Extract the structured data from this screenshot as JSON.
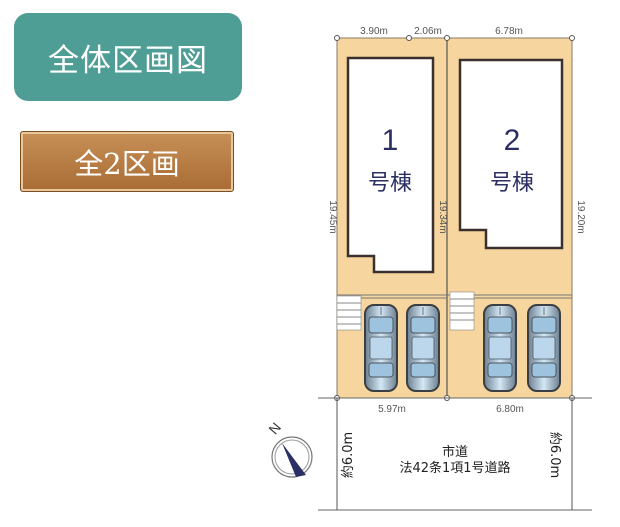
{
  "header": {
    "title": "全体区画図",
    "lot_count": "全2区画",
    "title_color": "#4e9e95",
    "count_color": "#b47a40"
  },
  "plan": {
    "lot_color": "#f6d59e",
    "top_dims": [
      "3.90m",
      "2.06m",
      "6.78m"
    ],
    "side_dims": [
      "19.45m",
      "19.34m",
      "19.20m"
    ],
    "bottom_dims": [
      "5.97m",
      "6.80m"
    ],
    "buildings": [
      {
        "number": "1",
        "label": "号棟"
      },
      {
        "number": "2",
        "label": "号棟"
      }
    ],
    "parking_per_lot": 2,
    "road": {
      "type": "市道",
      "classification": "法42条1項1号道路",
      "width_left": "約6.0m",
      "width_right": "約6.0m"
    },
    "compass": "north-arrow"
  }
}
